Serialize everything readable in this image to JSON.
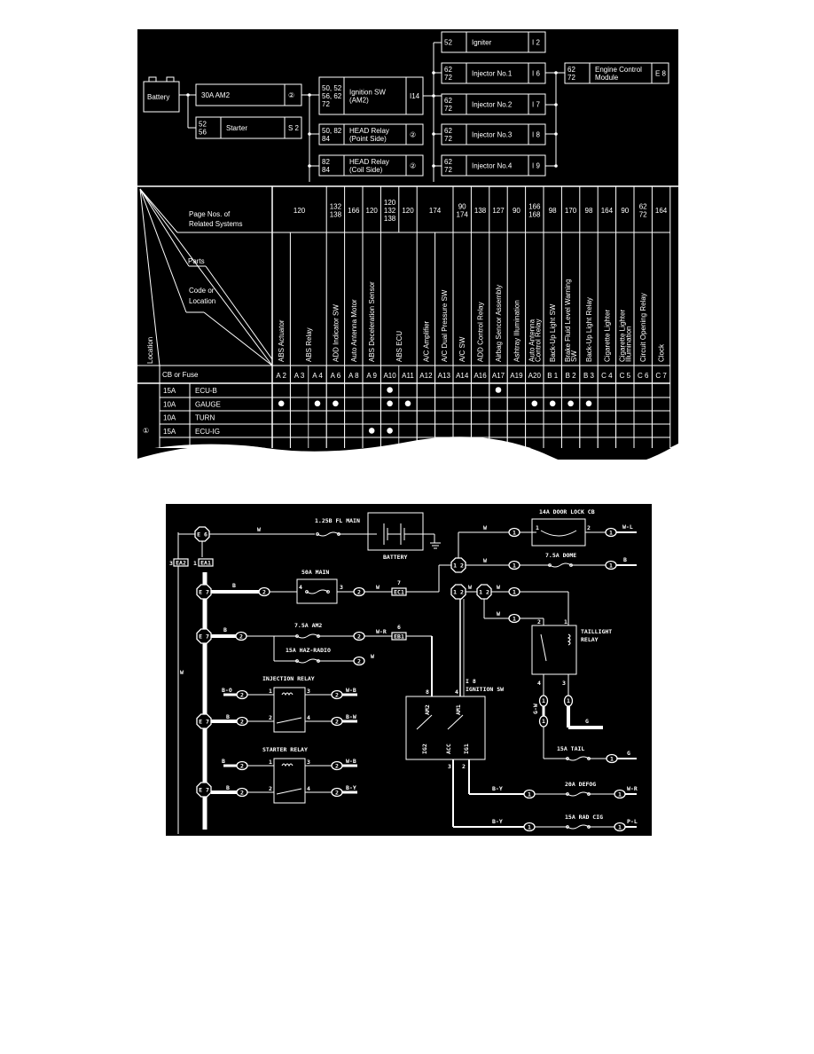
{
  "block_diagram": {
    "battery": "Battery",
    "blocks": [
      {
        "id": "am2-fuse",
        "pages": [],
        "label": [
          "30A AM2"
        ],
        "code": "②"
      },
      {
        "id": "starter",
        "pages": [
          "52",
          "56"
        ],
        "label": [
          "Starter"
        ],
        "code": "S 2"
      },
      {
        "id": "ignition-sw",
        "pages": [
          "50, 52",
          "56, 62",
          "72"
        ],
        "label": [
          "Ignition SW",
          "(AM2)"
        ],
        "code": "I14"
      },
      {
        "id": "head-relay-point",
        "pages": [
          "50, 82",
          "84"
        ],
        "label": [
          "HEAD Relay",
          "(Point Side)"
        ],
        "code": "②"
      },
      {
        "id": "head-relay-coil",
        "pages": [
          "82",
          "84"
        ],
        "label": [
          "HEAD Relay",
          "(Coil Side)"
        ],
        "code": "②"
      },
      {
        "id": "igniter",
        "pages": [
          "52"
        ],
        "label": [
          "Igniter"
        ],
        "code": "I 2"
      },
      {
        "id": "injector-1",
        "pages": [
          "62",
          "72"
        ],
        "label": [
          "Injector No.1"
        ],
        "code": "I 6"
      },
      {
        "id": "injector-2",
        "pages": [
          "62",
          "72"
        ],
        "label": [
          "Injector No.2"
        ],
        "code": "I 7"
      },
      {
        "id": "injector-3",
        "pages": [
          "62",
          "72"
        ],
        "label": [
          "Injector No.3"
        ],
        "code": "I 8"
      },
      {
        "id": "injector-4",
        "pages": [
          "62",
          "72"
        ],
        "label": [
          "Injector No.4"
        ],
        "code": "I 9"
      },
      {
        "id": "engine-control-module",
        "pages": [
          "62",
          "72"
        ],
        "label": [
          "Engine Control",
          "Module"
        ],
        "code": "E 8"
      }
    ]
  },
  "table": {
    "header_page_nos": [
      "Page Nos. of",
      "Related Systems"
    ],
    "header_parts": "Parts",
    "header_code": [
      "Code or",
      "Location"
    ],
    "header_location": "Location",
    "header_cb": "CB or Fuse",
    "codes": [
      "A 2",
      "A 3",
      "A 4",
      "A 6",
      "A 8",
      "A 9",
      "A10",
      "A11",
      "A12",
      "A13",
      "A14",
      "A16",
      "A17",
      "A19",
      "A20",
      "B 1",
      "B 2",
      "B 3",
      "C 4",
      "C 5",
      "C 6",
      "C 7"
    ],
    "page_groups": [
      {
        "span": 3,
        "lines": [
          "120"
        ]
      },
      {
        "span": 1,
        "lines": [
          "132",
          "138"
        ]
      },
      {
        "span": 1,
        "lines": [
          "166"
        ]
      },
      {
        "span": 1,
        "lines": [
          "120"
        ]
      },
      {
        "span": 1,
        "lines": [
          "120",
          "132",
          "138"
        ]
      },
      {
        "span": 1,
        "lines": [
          "120"
        ]
      },
      {
        "span": 2,
        "lines": [
          "174"
        ]
      },
      {
        "span": 1,
        "lines": [
          "90",
          "174"
        ]
      },
      {
        "span": 1,
        "lines": [
          "138"
        ]
      },
      {
        "span": 1,
        "lines": [
          "127"
        ]
      },
      {
        "span": 1,
        "lines": [
          "90"
        ]
      },
      {
        "span": 1,
        "lines": [
          "166",
          "168"
        ]
      },
      {
        "span": 1,
        "lines": [
          "98"
        ]
      },
      {
        "span": 1,
        "lines": [
          "170"
        ]
      },
      {
        "span": 1,
        "lines": [
          "98"
        ]
      },
      {
        "span": 1,
        "lines": [
          "164"
        ]
      },
      {
        "span": 1,
        "lines": [
          "90"
        ]
      },
      {
        "span": 1,
        "lines": [
          "62",
          "72"
        ]
      },
      {
        "span": 1,
        "lines": [
          "164"
        ]
      }
    ],
    "part_groups": [
      {
        "span": 1,
        "lines": [
          "ABS Actuator"
        ]
      },
      {
        "span": 2,
        "lines": [
          "ABS Relay"
        ]
      },
      {
        "span": 1,
        "lines": [
          "ADD Indicator SW"
        ]
      },
      {
        "span": 1,
        "lines": [
          "Auto Antenna Motor"
        ]
      },
      {
        "span": 1,
        "lines": [
          "ABS Deceleration Sensor"
        ]
      },
      {
        "span": 2,
        "lines": [
          "ABS ECU"
        ]
      },
      {
        "span": 1,
        "lines": [
          "A/C Amplifier"
        ]
      },
      {
        "span": 1,
        "lines": [
          "A/C Dual Pressure SW"
        ]
      },
      {
        "span": 1,
        "lines": [
          "A/C SW"
        ]
      },
      {
        "span": 1,
        "lines": [
          "ADD Control Relay"
        ]
      },
      {
        "span": 1,
        "lines": [
          "Airbag Sencor Assembly"
        ]
      },
      {
        "span": 1,
        "lines": [
          "Ashtray Illumination"
        ]
      },
      {
        "span": 1,
        "lines": [
          "Auto Antenna",
          "Control Relay"
        ]
      },
      {
        "span": 1,
        "lines": [
          "Back-Up Light SW"
        ]
      },
      {
        "span": 1,
        "lines": [
          "Brake Fluid Level Warning",
          "SW"
        ]
      },
      {
        "span": 1,
        "lines": [
          "Back-Up Light Relay"
        ]
      },
      {
        "span": 1,
        "lines": [
          "Cigarette Lighter"
        ]
      },
      {
        "span": 1,
        "lines": [
          "Cigarette Lighter",
          "Illumination"
        ]
      },
      {
        "span": 1,
        "lines": [
          "Circuit Opening Relay"
        ]
      },
      {
        "span": 1,
        "lines": [
          "Clock"
        ]
      }
    ],
    "location_marker": "①",
    "rows": [
      {
        "amp": "15A",
        "name": "ECU-B",
        "dots": [
          "A10",
          "A17"
        ]
      },
      {
        "amp": "10A",
        "name": "GAUGE",
        "dots": [
          "A 2",
          "A 4",
          "A 6",
          "A10",
          "A11",
          "A20",
          "B 1",
          "B 2",
          "B 3"
        ]
      },
      {
        "amp": "10A",
        "name": "TURN",
        "dots": []
      },
      {
        "amp": "15A",
        "name": "ECU-IG",
        "dots": [
          "A 9",
          "A10"
        ]
      }
    ]
  },
  "wiring": {
    "e6": "E 6",
    "e7": "E 7",
    "ea2": {
      "pin": "3",
      "code": "EA2"
    },
    "ea1": {
      "pin": "1",
      "code": "EA1"
    },
    "wire_w": "W",
    "wire_b": "B",
    "fl_main": "1.25B FL MAIN",
    "battery": "BATTERY",
    "main50": {
      "label": "50A MAIN",
      "pin_in": "4",
      "pin_out": "3"
    },
    "conn2": "2",
    "conn1": "1",
    "ec1": {
      "pin": "7",
      "code": "EC1"
    },
    "eb1": {
      "pin": "6",
      "code": "EB1"
    },
    "wire_wr": "W-R",
    "am2": "7.5A AM2",
    "haz": "15A HAZ-RADIO",
    "injection_relay": {
      "label": "INJECTION RELAY",
      "pins": [
        "1",
        "2",
        "3",
        "4"
      ],
      "in1": "B-O",
      "in2": "B",
      "out1": "W-B",
      "out2": "B-W"
    },
    "starter_relay": {
      "label": "STARTER RELAY",
      "pins": [
        "1",
        "2",
        "3",
        "4"
      ],
      "in1": "B",
      "in2": "B",
      "out1": "W-B",
      "out2": "B-Y"
    },
    "ignition": {
      "code": "I 8",
      "label": "IGNITION SW",
      "pins": [
        "8",
        "4",
        "3",
        "2"
      ],
      "terminals": [
        "AM2",
        "AM1",
        "IG2",
        "ACC",
        "IG1"
      ]
    },
    "junction": "1 2",
    "door_lock": {
      "label": "14A DOOR LOCK CB",
      "pins": [
        "1",
        "2"
      ],
      "out": "W-L"
    },
    "dome": {
      "label": "7.5A DOME",
      "out": "B"
    },
    "taillight": {
      "label": [
        "TAILLIGHT",
        "RELAY"
      ],
      "pins": [
        "1",
        "2",
        "3",
        "4"
      ],
      "gw": "G-W",
      "g": "G"
    },
    "tail": {
      "label": "15A TAIL",
      "out": "G"
    },
    "defog": {
      "label": "20A DEFOG",
      "wire": "B-Y",
      "out": "W-R"
    },
    "radcig": {
      "label": "15A RAD CIG",
      "wire": "B-Y",
      "out": "P-L"
    }
  }
}
